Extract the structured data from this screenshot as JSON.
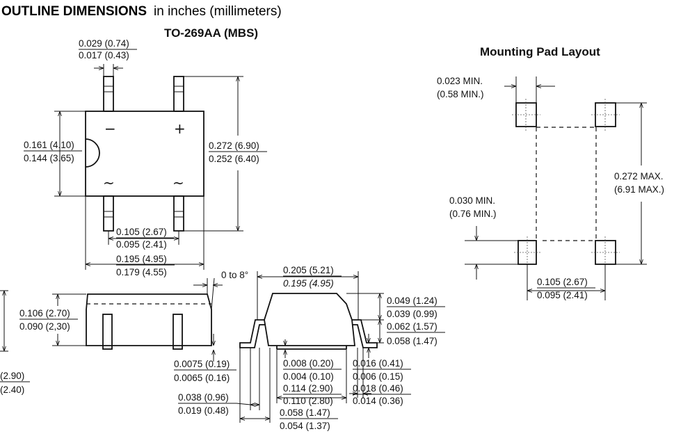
{
  "title": {
    "bold": "OUTLINE DIMENSIONS",
    "regular": "in inches (millimeters)"
  },
  "package": "TO-269AA (MBS)",
  "mounting_title": "Mounting Pad Layout",
  "symbols": {
    "minus": "−",
    "plus": "+",
    "ac1": "~",
    "ac2": "~"
  },
  "top_view": {
    "lead_width_max": "0.029 (0.74)",
    "lead_width_min": "0.017 (0.43)",
    "body_height_max": "0.161 (4.10)",
    "body_height_min": "0.144 (3.65)",
    "overall_height_max": "0.272 (6.90)",
    "overall_height_min": "0.252 (6.40)",
    "lead_pitch_max": "0.105 (2.67)",
    "lead_pitch_min": "0.095 (2.41)",
    "body_width_max": "0.195 (4.95)",
    "body_width_min": "0.179 (4.55)"
  },
  "side_view": {
    "angle": "0 to 8°",
    "thickness_max": "0.106 (2.70)",
    "thickness_min": "0.090 (2,30)",
    "left_cut_max": "(2.90)",
    "left_cut_min": "(2.40)",
    "lead_thick_max": "0.0075 (0.19)",
    "lead_thick_min": "0.0065 (0.16)",
    "foot_max": "0.038 (0.96)",
    "foot_min": "0.019 (0.48)"
  },
  "end_view": {
    "width_max": "0.205 (5.21)",
    "width_min": "0.195 (4.95)",
    "top_h_max": "0.049 (1.24)",
    "top_h_min": "0.039 (0.99)",
    "lead_h_max": "0.062 (1.57)",
    "lead_h_min": "0.058 (1.47)",
    "standoff_max": "0.008 (0.20)",
    "standoff_min": "0.004 (0.10)",
    "lead_t_max": "0.016 (0.41)",
    "lead_t_min": "0.006 (0.15)",
    "span_max": "0.114 (2.90)",
    "span_min": "0.110 (2.80)",
    "toe_max": "0.018 (0.46)",
    "toe_min": "0.014 (0.36)",
    "base_max": "0.058 (1.47)",
    "base_min": "0.054 (1.37)"
  },
  "pad_layout": {
    "pad_width_line1": "0.023 MIN.",
    "pad_width_line2": "(0.58 MIN.)",
    "pad_height_line1": "0.030 MIN.",
    "pad_height_line2": "(0.76 MIN.)",
    "span_line1": "0.272 MAX.",
    "span_line2": "(6.91 MAX.)",
    "pitch_max": "0.105 (2.67)",
    "pitch_min": "0.095 (2.41)"
  }
}
